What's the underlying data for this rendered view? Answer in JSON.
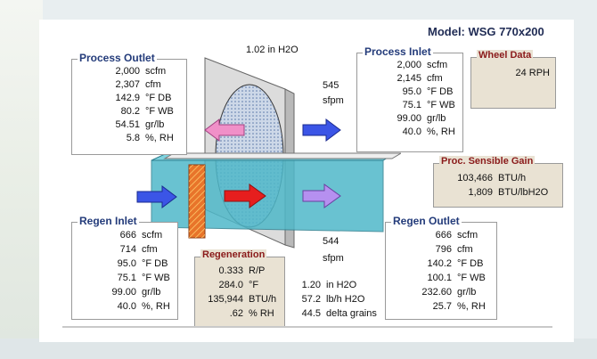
{
  "model": "Model: WSG 770x200",
  "top_pressure": "1.02  in H2O",
  "top_face": {
    "value": "545",
    "unit": "sfpm"
  },
  "bottom_face": {
    "value": "544",
    "unit": "sfpm"
  },
  "process_outlet": {
    "title": "Process Outlet",
    "rows": [
      {
        "v": "2,000",
        "u": "scfm"
      },
      {
        "v": "2,307",
        "u": "cfm"
      },
      {
        "v": "142.9",
        "u": "°F DB"
      },
      {
        "v": "80.2",
        "u": "°F WB"
      },
      {
        "v": "54.51",
        "u": "gr/lb"
      },
      {
        "v": "5.8",
        "u": "%, RH"
      }
    ]
  },
  "process_inlet": {
    "title": "Process Inlet",
    "rows": [
      {
        "v": "2,000",
        "u": "scfm"
      },
      {
        "v": "2,145",
        "u": "cfm"
      },
      {
        "v": "95.0",
        "u": "°F DB"
      },
      {
        "v": "75.1",
        "u": "°F WB"
      },
      {
        "v": "99.00",
        "u": "gr/lb"
      },
      {
        "v": "40.0",
        "u": "%, RH"
      }
    ]
  },
  "wheel_data": {
    "title": "Wheel Data",
    "value": "24 RPH"
  },
  "proc_sensible": {
    "title": "Proc. Sensible  Gain",
    "rows": [
      {
        "v": "103,466",
        "u": "BTU/h"
      },
      {
        "v": "1,809",
        "u": "BTU/lbH2O"
      }
    ]
  },
  "regen_inlet": {
    "title": "Regen Inlet",
    "rows": [
      {
        "v": "666",
        "u": "scfm"
      },
      {
        "v": "714",
        "u": "cfm"
      },
      {
        "v": "95.0",
        "u": "°F DB"
      },
      {
        "v": "75.1",
        "u": "°F WB"
      },
      {
        "v": "99.00",
        "u": "gr/lb"
      },
      {
        "v": "40.0",
        "u": "%, RH"
      }
    ]
  },
  "regen_outlet": {
    "title": "Regen Outlet",
    "rows": [
      {
        "v": "666",
        "u": "scfm"
      },
      {
        "v": "796",
        "u": "cfm"
      },
      {
        "v": "140.2",
        "u": "°F DB"
      },
      {
        "v": "100.1",
        "u": "°F WB"
      },
      {
        "v": "232.60",
        "u": "gr/lb"
      },
      {
        "v": "25.7",
        "u": "%, RH"
      }
    ]
  },
  "regeneration": {
    "title": "Regeneration",
    "rows": [
      {
        "v": "0.333",
        "u": "R/P"
      },
      {
        "v": "284.0",
        "u": "°F"
      },
      {
        "v": "135,944",
        "u": "BTU/h"
      },
      {
        "v": ".62",
        "u": "% RH"
      }
    ]
  },
  "regen_side": [
    {
      "v": "1.20",
      "u": "in H2O"
    },
    {
      "v": "57.2",
      "u": "lb/h H2O"
    },
    {
      "v": "44.5",
      "u": "delta grains"
    }
  ],
  "colors": {
    "title_blue": "#233b7a",
    "regen_red": "#8a1a1a",
    "panel_tan": "#e9e2d3",
    "arrow_blue": "#3b55e6",
    "arrow_pink": "#f090c8",
    "arrow_red": "#e61e1e",
    "arrow_violet": "#b690f0"
  }
}
